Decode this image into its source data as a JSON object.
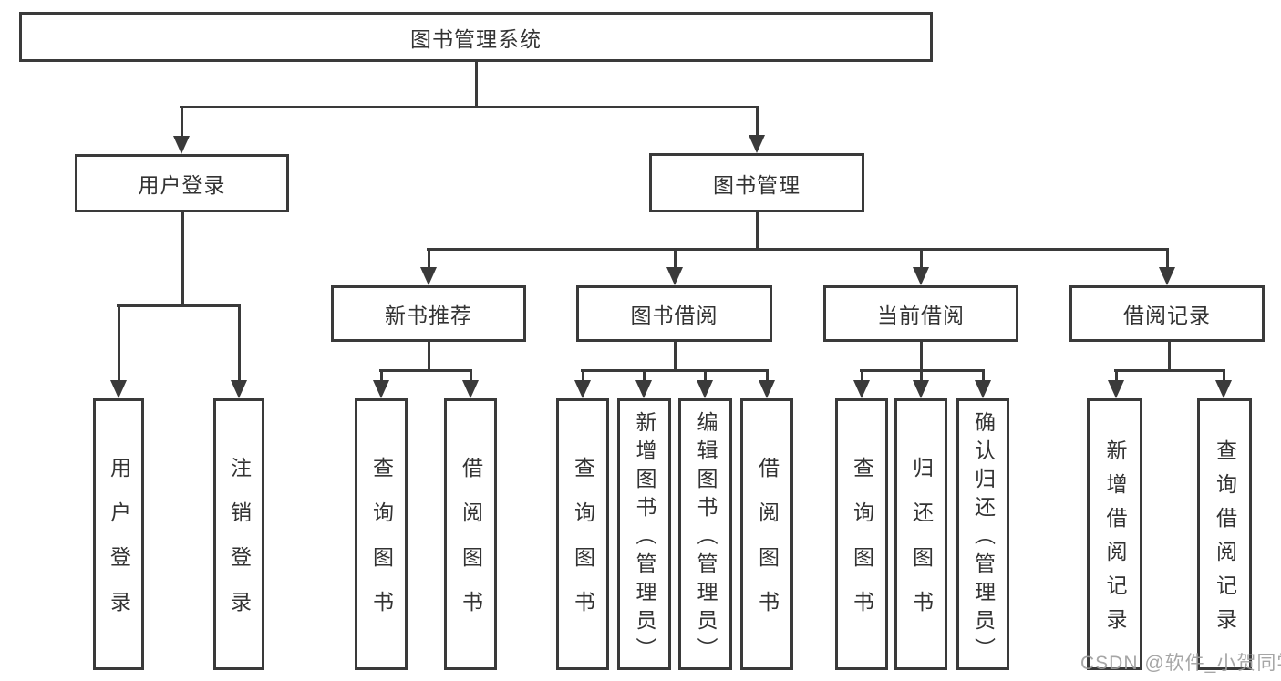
{
  "diagram": {
    "title_node": "图书管理系统",
    "level2": {
      "user_login": {
        "label": "用户登录",
        "children": [
          "用户登录",
          "注销登录"
        ]
      },
      "book_management": {
        "label": "图书管理",
        "sections": {
          "new_book_recommend": {
            "label": "新书推荐",
            "children": [
              "查询图书",
              "借阅图书"
            ]
          },
          "book_borrowing": {
            "label": "图书借阅",
            "children": [
              "查询图书",
              "新增图书（管理员）",
              "编辑图书（管理员）",
              "借阅图书"
            ]
          },
          "current_borrowing": {
            "label": "当前借阅",
            "children": [
              "查询图书",
              "归还图书",
              "确认归还（管理员）"
            ]
          },
          "borrowing_records": {
            "label": "借阅记录",
            "children": [
              "新增借阅记录",
              "查询借阅记录"
            ]
          }
        }
      }
    }
  },
  "watermark": {
    "text": "CSDN @软件_小贺同学"
  },
  "colors": {
    "line": "#3a3a3a",
    "text": "#333333",
    "watermark": "#9e9e9e",
    "background": "#ffffff"
  }
}
